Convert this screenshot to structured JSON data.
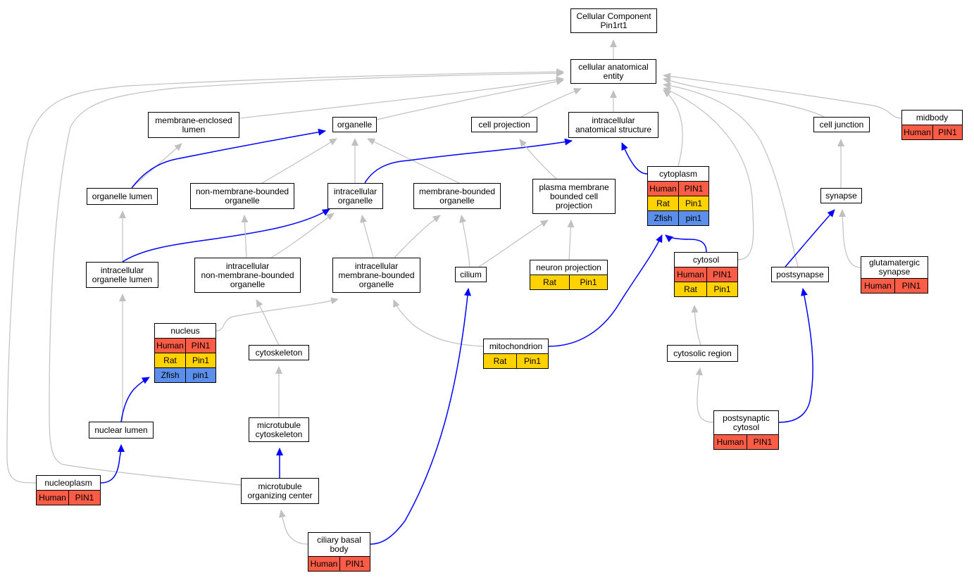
{
  "colors": {
    "is_a_edge": "#c0c0c0",
    "part_of_edge": "#0000ff",
    "Human": "#FA5C46",
    "Rat": "#FFD200",
    "Zfish": "#5B8FEB"
  },
  "nodes": {
    "cellular_component": {
      "label": "Cellular Component\nPin1rt1"
    },
    "cellular_anatomical_entity": {
      "label": "cellular anatomical\nentity"
    },
    "membrane_enclosed_lumen": {
      "label": "membrane-enclosed\nlumen"
    },
    "organelle": {
      "label": "organelle"
    },
    "cell_projection": {
      "label": "cell projection"
    },
    "intracellular_anatomical_structure": {
      "label": "intracellular\nanatomical structure"
    },
    "cell_junction": {
      "label": "cell junction"
    },
    "midbody": {
      "label": "midbody",
      "genes": [
        {
          "species": "Human",
          "gene": "PIN1"
        }
      ]
    },
    "organelle_lumen": {
      "label": "organelle lumen"
    },
    "non_membrane_bounded_organelle": {
      "label": "non-membrane-bounded\norganelle"
    },
    "intracellular_organelle": {
      "label": "intracellular\norganelle"
    },
    "membrane_bounded_organelle": {
      "label": "membrane-bounded\norganelle"
    },
    "plasma_membrane_bounded_cell_projection": {
      "label": "plasma membrane\nbounded cell\nprojection"
    },
    "cytoplasm": {
      "label": "cytoplasm",
      "genes": [
        {
          "species": "Human",
          "gene": "PIN1"
        },
        {
          "species": "Rat",
          "gene": "Pin1"
        },
        {
          "species": "Zfish",
          "gene": "pin1"
        }
      ]
    },
    "synapse": {
      "label": "synapse"
    },
    "intracellular_organelle_lumen": {
      "label": "intracellular\norganelle lumen"
    },
    "intracellular_non_membrane_bounded_organelle": {
      "label": "intracellular\nnon-membrane-bounded\norganelle"
    },
    "intracellular_membrane_bounded_organelle": {
      "label": "intracellular\nmembrane-bounded\norganelle"
    },
    "cilium": {
      "label": "cilium"
    },
    "neuron_projection": {
      "label": "neuron projection",
      "genes": [
        {
          "species": "Rat",
          "gene": "Pin1"
        }
      ]
    },
    "cytosol": {
      "label": "cytosol",
      "genes": [
        {
          "species": "Human",
          "gene": "PIN1"
        },
        {
          "species": "Rat",
          "gene": "Pin1"
        }
      ]
    },
    "postsynapse": {
      "label": "postsynapse"
    },
    "glutamatergic_synapse": {
      "label": "glutamatergic\nsynapse",
      "genes": [
        {
          "species": "Human",
          "gene": "PIN1"
        }
      ]
    },
    "nucleus": {
      "label": "nucleus",
      "genes": [
        {
          "species": "Human",
          "gene": "PIN1"
        },
        {
          "species": "Rat",
          "gene": "Pin1"
        },
        {
          "species": "Zfish",
          "gene": "pin1"
        }
      ]
    },
    "cytoskeleton": {
      "label": "cytoskeleton"
    },
    "mitochondrion": {
      "label": "mitochondrion",
      "genes": [
        {
          "species": "Rat",
          "gene": "Pin1"
        }
      ]
    },
    "cytosolic_region": {
      "label": "cytosolic region"
    },
    "nuclear_lumen": {
      "label": "nuclear lumen"
    },
    "microtubule_cytoskeleton": {
      "label": "microtubule\ncytoskeleton"
    },
    "postsynaptic_cytosol": {
      "label": "postsynaptic\ncytosol",
      "genes": [
        {
          "species": "Human",
          "gene": "PIN1"
        }
      ]
    },
    "nucleoplasm": {
      "label": "nucleoplasm",
      "genes": [
        {
          "species": "Human",
          "gene": "PIN1"
        }
      ]
    },
    "microtubule_organizing_center": {
      "label": "microtubule\norganizing center"
    },
    "ciliary_basal_body": {
      "label": "ciliary basal\nbody",
      "genes": [
        {
          "species": "Human",
          "gene": "PIN1"
        }
      ]
    }
  },
  "edges": [
    {
      "from": "cellular_anatomical_entity",
      "to": "cellular_component",
      "type": "is_a"
    },
    {
      "from": "membrane_enclosed_lumen",
      "to": "cellular_anatomical_entity",
      "type": "is_a"
    },
    {
      "from": "organelle",
      "to": "cellular_anatomical_entity",
      "type": "is_a"
    },
    {
      "from": "cell_projection",
      "to": "cellular_anatomical_entity",
      "type": "is_a"
    },
    {
      "from": "intracellular_anatomical_structure",
      "to": "cellular_anatomical_entity",
      "type": "is_a"
    },
    {
      "from": "cell_junction",
      "to": "cellular_anatomical_entity",
      "type": "is_a"
    },
    {
      "from": "midbody",
      "to": "cellular_anatomical_entity",
      "type": "is_a"
    },
    {
      "from": "cytoplasm",
      "to": "cellular_anatomical_entity",
      "type": "is_a"
    },
    {
      "from": "cytosol",
      "to": "cellular_anatomical_entity",
      "type": "is_a"
    },
    {
      "from": "postsynapse",
      "to": "cellular_anatomical_entity",
      "type": "is_a"
    },
    {
      "from": "nucleoplasm",
      "to": "cellular_anatomical_entity",
      "type": "is_a"
    },
    {
      "from": "microtubule_organizing_center",
      "to": "cellular_anatomical_entity",
      "type": "is_a"
    },
    {
      "from": "organelle_lumen",
      "to": "membrane_enclosed_lumen",
      "type": "is_a"
    },
    {
      "from": "organelle_lumen",
      "to": "organelle",
      "type": "part_of"
    },
    {
      "from": "non_membrane_bounded_organelle",
      "to": "organelle",
      "type": "is_a"
    },
    {
      "from": "intracellular_organelle",
      "to": "organelle",
      "type": "is_a"
    },
    {
      "from": "membrane_bounded_organelle",
      "to": "organelle",
      "type": "is_a"
    },
    {
      "from": "intracellular_organelle",
      "to": "intracellular_anatomical_structure",
      "type": "part_of"
    },
    {
      "from": "plasma_membrane_bounded_cell_projection",
      "to": "cell_projection",
      "type": "is_a"
    },
    {
      "from": "cytoplasm",
      "to": "intracellular_anatomical_structure",
      "type": "part_of"
    },
    {
      "from": "synapse",
      "to": "cell_junction",
      "type": "is_a"
    },
    {
      "from": "intracellular_organelle_lumen",
      "to": "organelle_lumen",
      "type": "is_a"
    },
    {
      "from": "intracellular_organelle_lumen",
      "to": "intracellular_organelle",
      "type": "part_of"
    },
    {
      "from": "intracellular_non_membrane_bounded_organelle",
      "to": "non_membrane_bounded_organelle",
      "type": "is_a"
    },
    {
      "from": "intracellular_non_membrane_bounded_organelle",
      "to": "intracellular_organelle",
      "type": "is_a"
    },
    {
      "from": "intracellular_membrane_bounded_organelle",
      "to": "intracellular_organelle",
      "type": "is_a"
    },
    {
      "from": "intracellular_membrane_bounded_organelle",
      "to": "membrane_bounded_organelle",
      "type": "is_a"
    },
    {
      "from": "cilium",
      "to": "membrane_bounded_organelle",
      "type": "is_a"
    },
    {
      "from": "cilium",
      "to": "plasma_membrane_bounded_cell_projection",
      "type": "is_a"
    },
    {
      "from": "neuron_projection",
      "to": "plasma_membrane_bounded_cell_projection",
      "type": "is_a"
    },
    {
      "from": "cytosol",
      "to": "cytoplasm",
      "type": "part_of"
    },
    {
      "from": "mitochondrion",
      "to": "cytoplasm",
      "type": "part_of"
    },
    {
      "from": "postsynapse",
      "to": "synapse",
      "type": "part_of"
    },
    {
      "from": "glutamatergic_synapse",
      "to": "synapse",
      "type": "is_a"
    },
    {
      "from": "nucleus",
      "to": "intracellular_membrane_bounded_organelle",
      "type": "is_a"
    },
    {
      "from": "cytoskeleton",
      "to": "intracellular_non_membrane_bounded_organelle",
      "type": "is_a"
    },
    {
      "from": "mitochondrion",
      "to": "intracellular_membrane_bounded_organelle",
      "type": "is_a"
    },
    {
      "from": "cytosolic_region",
      "to": "cytosol",
      "type": "is_a"
    },
    {
      "from": "nuclear_lumen",
      "to": "intracellular_organelle_lumen",
      "type": "is_a"
    },
    {
      "from": "nuclear_lumen",
      "to": "nucleus",
      "type": "part_of"
    },
    {
      "from": "microtubule_cytoskeleton",
      "to": "cytoskeleton",
      "type": "is_a"
    },
    {
      "from": "postsynaptic_cytosol",
      "to": "cytosolic_region",
      "type": "is_a"
    },
    {
      "from": "postsynaptic_cytosol",
      "to": "postsynapse",
      "type": "part_of"
    },
    {
      "from": "nucleoplasm",
      "to": "nuclear_lumen",
      "type": "part_of"
    },
    {
      "from": "microtubule_organizing_center",
      "to": "microtubule_cytoskeleton",
      "type": "part_of"
    },
    {
      "from": "ciliary_basal_body",
      "to": "microtubule_organizing_center",
      "type": "is_a"
    },
    {
      "from": "ciliary_basal_body",
      "to": "cilium",
      "type": "part_of"
    }
  ]
}
